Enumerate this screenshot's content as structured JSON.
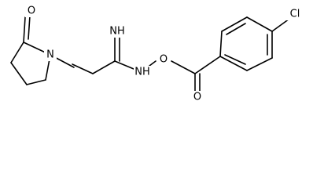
{
  "structure": {
    "atoms": {
      "carbonyl_oxygen": "O",
      "ring_nitrogen": "N",
      "imine_nitrogen": "NH",
      "amide_nitrogen": "NH",
      "ether_oxygen": "O",
      "ester_oxygen": "O",
      "chlorine": "Cl"
    }
  }
}
